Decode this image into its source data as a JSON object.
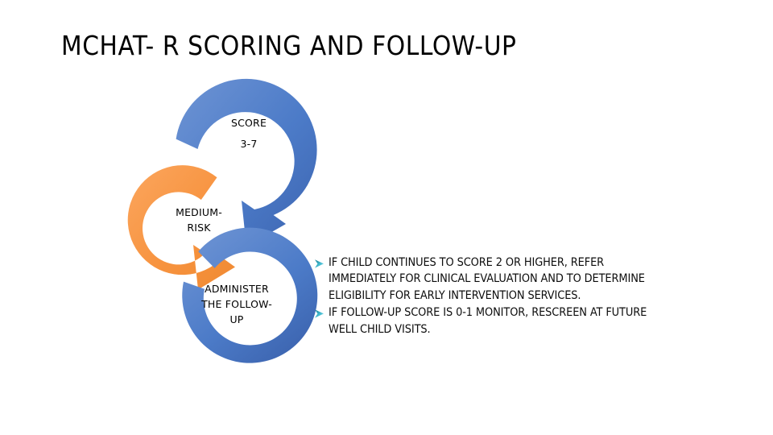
{
  "slide": {
    "title": "MCHAT- R SCORING AND FOLLOW-UP",
    "background_color": "#FFFFFF"
  },
  "colors": {
    "blue_ring": "#4472C4",
    "blue_ring_light": "#6E94D4",
    "orange_ring": "#F79646",
    "orange_ring_light": "#FBA35A",
    "bullet_arrow_dark": "#1C7F92",
    "bullet_arrow_light": "#7FE3F0",
    "title_text": "#000000",
    "body_text": "#0D0D0D"
  },
  "cycle": {
    "type": "continuous-cycle-arrows",
    "steps": [
      {
        "id": "score",
        "label": "SCORE\n3-7",
        "ring_color": "#4472C4",
        "shape": "circular-arrow",
        "arrow_direction": "clockwise-to-down-left"
      },
      {
        "id": "medium-risk",
        "label": "MEDIUM-\nRISK",
        "ring_color": "#F79646",
        "shape": "circular-arrow",
        "arrow_direction": "clockwise-to-down-right"
      },
      {
        "id": "administer-followup",
        "label": "ADMINISTER\nTHE FOLLOW-\nUP",
        "ring_color": "#4472C4",
        "shape": "circular-arrow",
        "arrow_direction": "clockwise-open-upper-left"
      }
    ]
  },
  "bullets": {
    "marker_icon": "arrow-bullet-icon",
    "items": [
      {
        "text": "IF CHILD CONTINUES TO SCORE 2 OR HIGHER, REFER IMMEDIATELY FOR CLINICAL EVALUATION AND TO DETERMINE ELIGIBILITY FOR EARLY INTERVENTION SERVICES."
      },
      {
        "text": "IF FOLLOW-UP SCORE IS 0-1 MONITOR, RESCREEN AT FUTURE WELL CHILD VISITS."
      }
    ]
  }
}
